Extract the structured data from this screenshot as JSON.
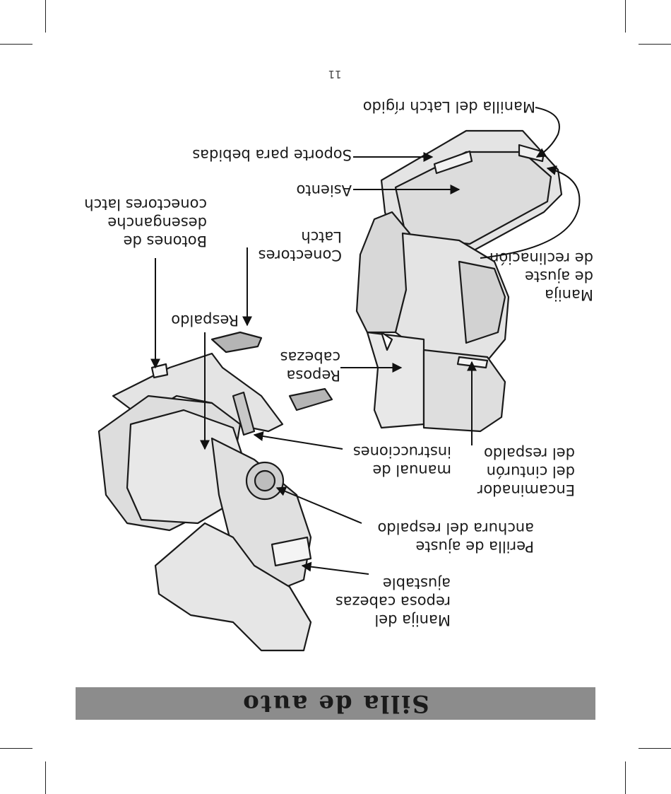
{
  "page_number": "11",
  "section_title": "Silla de auto",
  "labels": {
    "manilla_latch_rigido": "Manilla del Latch rígido",
    "soporte_bebidas": "Soporte para bebidas",
    "asiento": "Asiento",
    "botones_desenganche": [
      "Botones de",
      "desenganche",
      "conectores latch"
    ],
    "conectores_latch": [
      "Conectores",
      "Latch"
    ],
    "manija_reclinacion": [
      "Manija",
      "de ajuste",
      "de reclinación"
    ],
    "respaldo": "Respaldo",
    "reposa_cabezas": [
      "Reposa",
      "cabezas"
    ],
    "encaminador": [
      "Encaminador",
      "del cinturón",
      "del respaldo"
    ],
    "manual_instrucciones": [
      "manual de",
      "instrucciones"
    ],
    "perilla_ajuste": [
      "Perilla de ajuste",
      "anchura del respaldo"
    ],
    "manija_reposa_cabezas": [
      "Manija del",
      "reposa cabezas",
      "ajustable"
    ]
  }
}
